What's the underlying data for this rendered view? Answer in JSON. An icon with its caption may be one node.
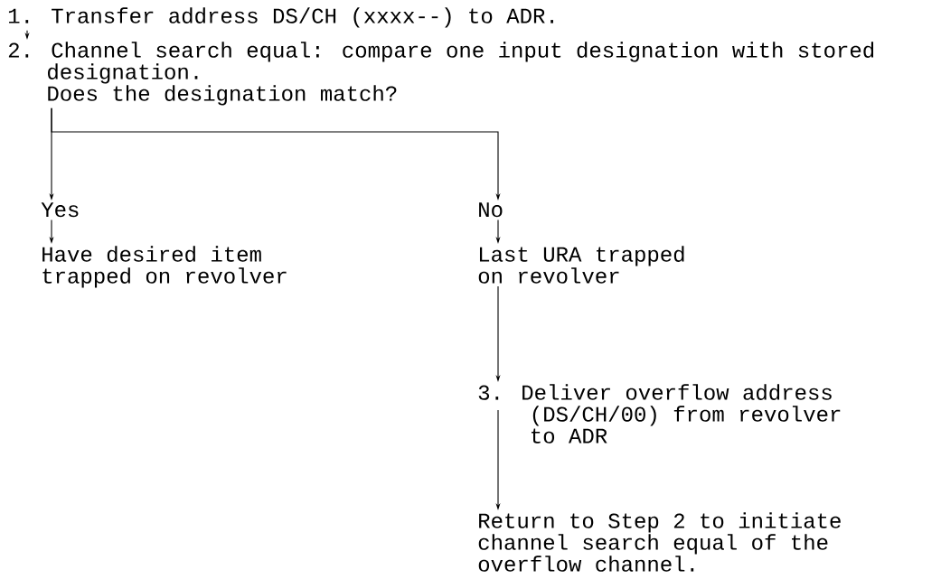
{
  "diagram": {
    "nodes": [
      {
        "text": [
          "1. Transfer address DS/CH (xxxx--) to ADR."
        ]
      },
      {
        "text": [
          "2. Channel search equal: compare one input designation with stored designation.",
          "Does the designation match?"
        ]
      },
      {
        "text": [
          "Yes"
        ]
      },
      {
        "text": [
          "No"
        ]
      },
      {
        "text": [
          "Have desired item trapped on revolver"
        ]
      },
      {
        "text": [
          "Last URA trapped on revolver"
        ]
      },
      {
        "text": [
          "3. Deliver overflow address (DS/CH/00) from revolver to ADR"
        ]
      },
      {
        "text": [
          "Return to Step 2 to initiate channel search equal of the overflow channel."
        ]
      }
    ],
    "edges": [
      {
        "from": 0,
        "to": 1,
        "arrow": "to"
      },
      {
        "from": 1,
        "to": 2,
        "arrow": "to"
      },
      {
        "from": 1,
        "to": 3,
        "arrow": "to"
      },
      {
        "from": 2,
        "to": 4,
        "arrow": "to"
      },
      {
        "from": 3,
        "to": 5,
        "arrow": "to"
      },
      {
        "from": 5,
        "to": 6,
        "arrow": "to"
      },
      {
        "from": 6,
        "to": 7,
        "arrow": "to"
      }
    ]
  }
}
